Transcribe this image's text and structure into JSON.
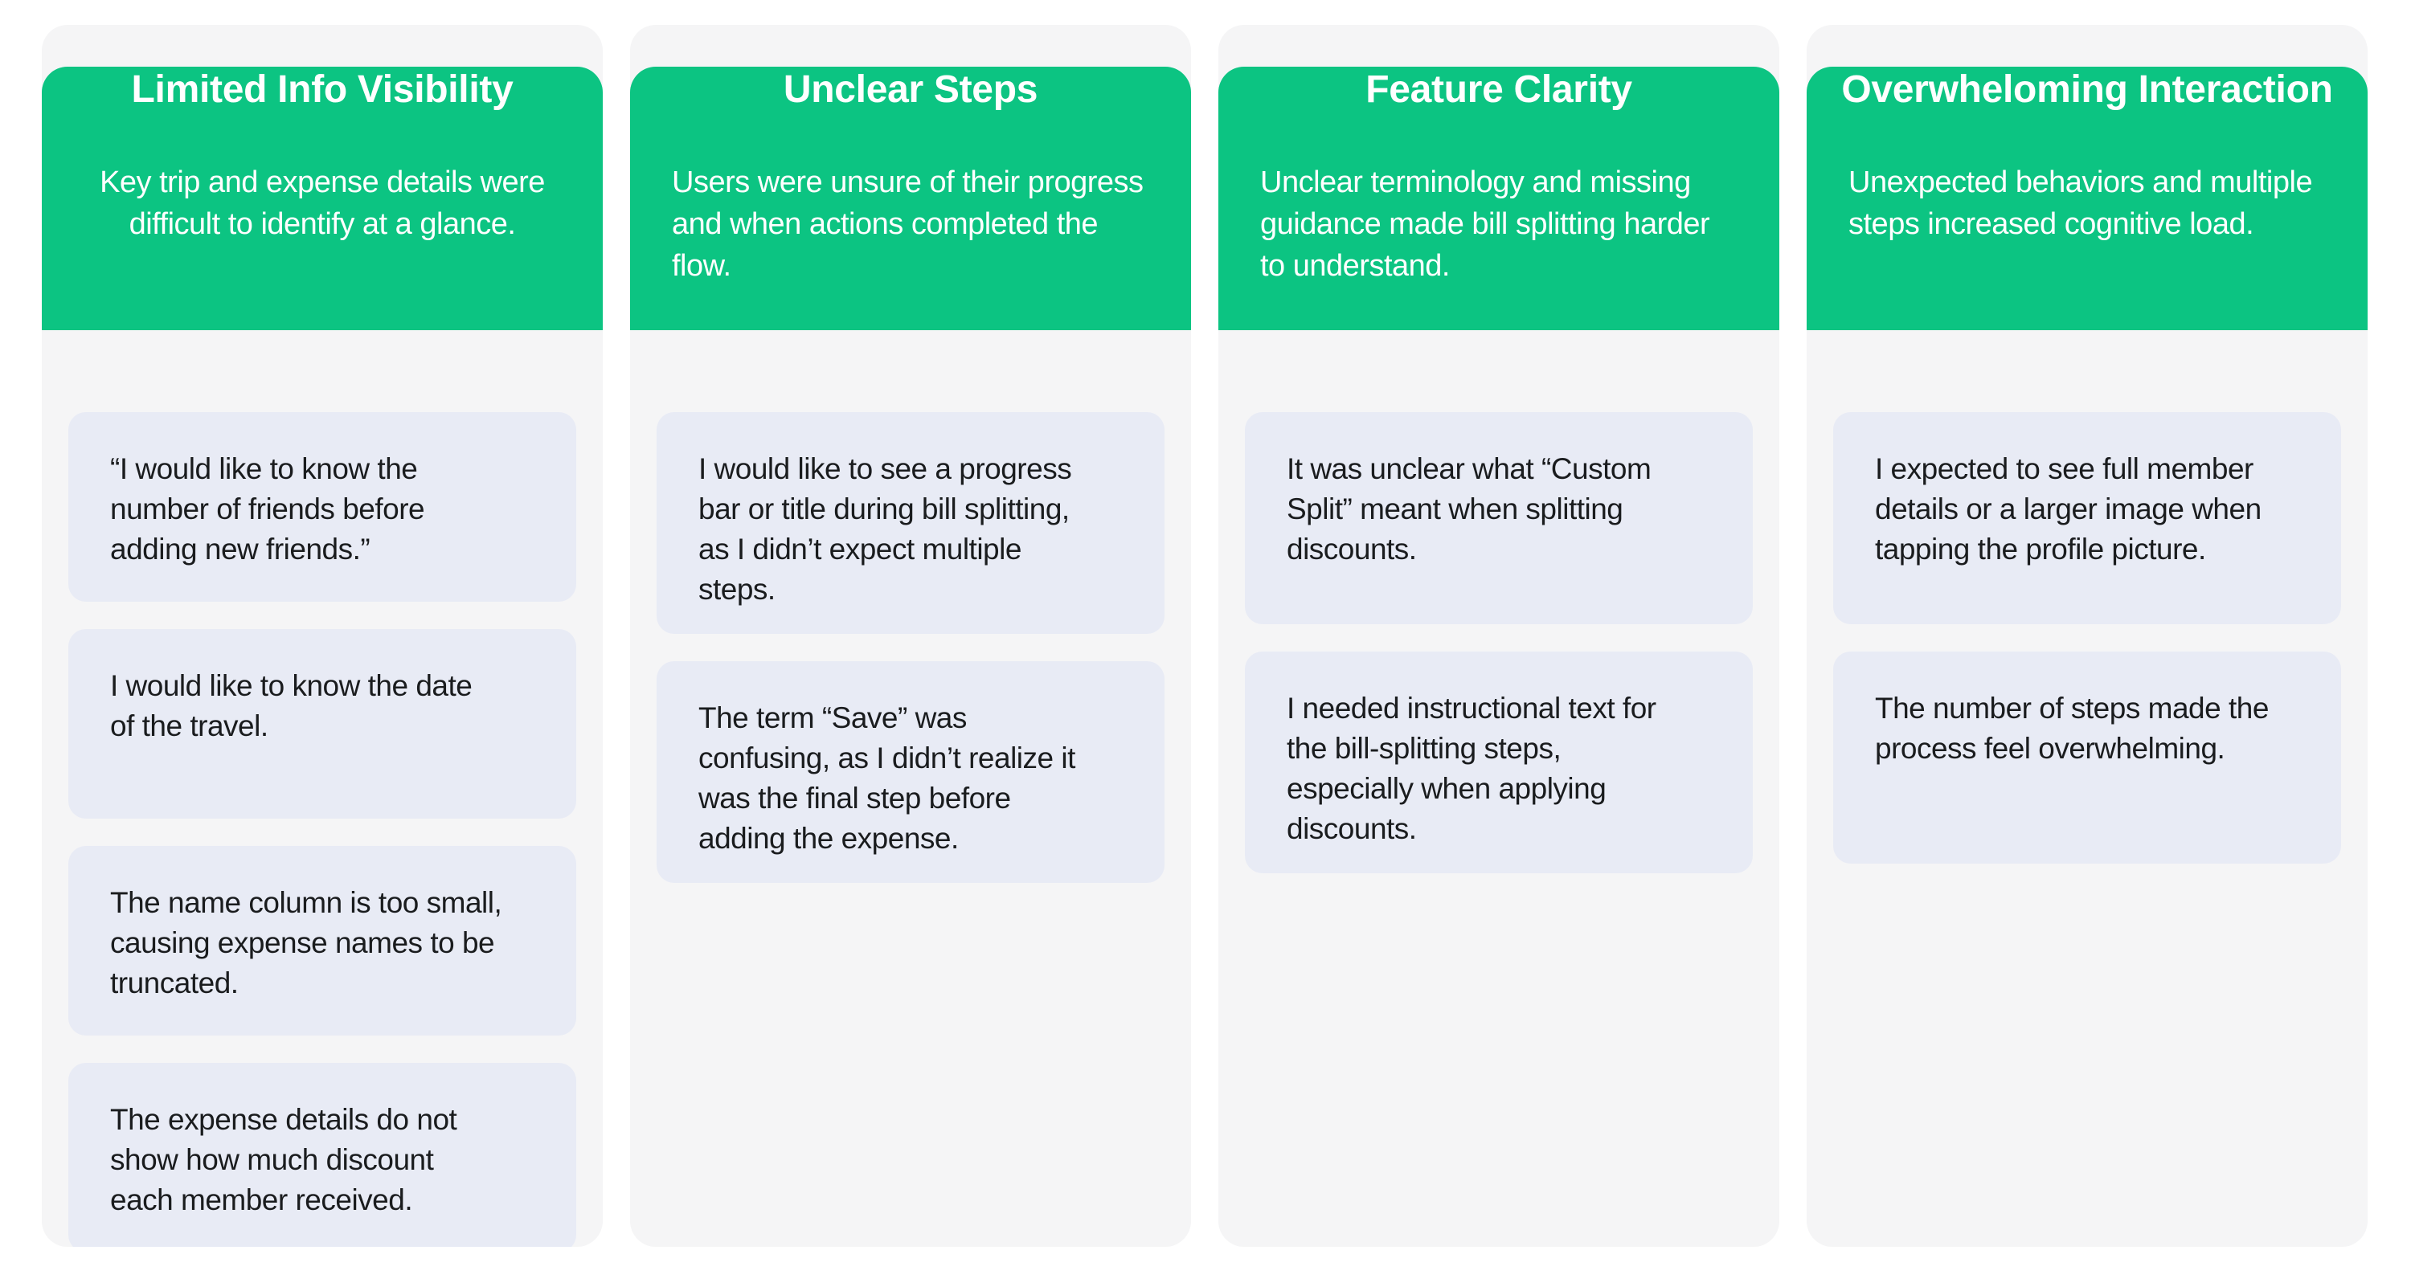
{
  "colors": {
    "header_green": "#0CC482",
    "header_text": "#FFFFFF",
    "column_bg": "#F5F5F6",
    "card_bg": "#E8EBF5",
    "card_text": "#1A1C1E",
    "page_bg": "#FFFFFF"
  },
  "board": {
    "columns": [
      {
        "title": "Limited Info Visibility",
        "subtitle": "Key trip and expense details were\ndifficult to identify at a glance.",
        "cards": [
          "“I would like to know the\nnumber of friends before\nadding new friends.”",
          "I would like to know the date\nof the travel.",
          "The name column is too small,\ncausing expense names to be\ntruncated.",
          "The expense details do not\nshow how much discount\neach member received."
        ]
      },
      {
        "title": "Unclear Steps",
        "subtitle": "Users were unsure of their progress\nand when actions completed the\nflow.",
        "cards": [
          "I would like to see a progress\nbar or title during bill splitting,\nas I didn’t expect multiple\nsteps.",
          "The term “Save” was\nconfusing, as I didn’t realize it\nwas the final step before\nadding the expense."
        ]
      },
      {
        "title": "Feature Clarity",
        "subtitle": "Unclear terminology and missing\nguidance made bill splitting harder\nto understand.",
        "cards": [
          "It was unclear what “Custom\nSplit” meant when splitting\ndiscounts.",
          "I needed instructional text for\nthe bill-splitting steps,\nespecially when applying\ndiscounts."
        ]
      },
      {
        "title": "Overwheloming Interaction",
        "subtitle": "Unexpected behaviors and multiple\nsteps increased cognitive load.",
        "cards": [
          "I expected to see full member\ndetails or a larger image when\ntapping the profile picture.",
          "The number of steps made the\nprocess feel overwhelming."
        ]
      }
    ]
  }
}
